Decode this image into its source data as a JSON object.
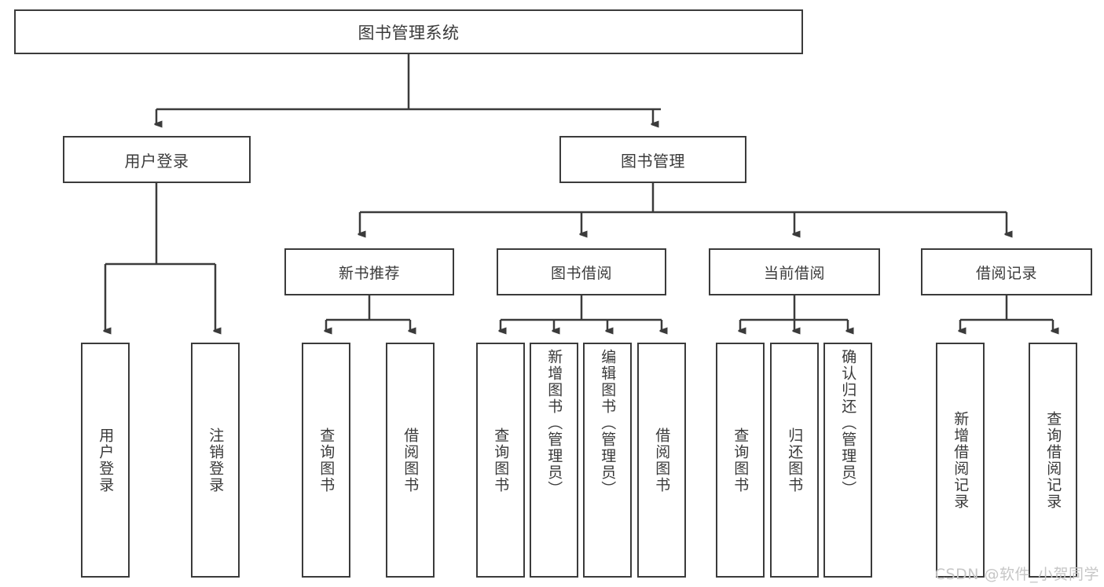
{
  "diagram": {
    "title": "图书管理系统",
    "type": "tree-hierarchy-diagram",
    "colors": {
      "border": "#3b3b3b",
      "text": "#3a3a3a",
      "background": "#ffffff",
      "watermark": "#c6c6c6"
    },
    "root": {
      "label": "图书管理系统"
    },
    "level1": [
      {
        "label": "用户登录"
      },
      {
        "label": "图书管理"
      }
    ],
    "level2": [
      {
        "label": "新书推荐"
      },
      {
        "label": "图书借阅"
      },
      {
        "label": "当前借阅"
      },
      {
        "label": "借阅记录"
      }
    ],
    "leaves": {
      "user_login": [
        {
          "label": "用户登录"
        },
        {
          "label": "注销登录"
        }
      ],
      "new_book_recommend": [
        {
          "label": "查询图书"
        },
        {
          "label": "借阅图书"
        }
      ],
      "book_borrow": [
        {
          "label": "查询图书"
        },
        {
          "label": "新增图书（管理员）"
        },
        {
          "label": "编辑图书（管理员）"
        },
        {
          "label": "借阅图书"
        }
      ],
      "current_borrow": [
        {
          "label": "查询图书"
        },
        {
          "label": "归还图书"
        },
        {
          "label": "确认归还（管理员）"
        }
      ],
      "borrow_records": [
        {
          "label": "新增借阅记录"
        },
        {
          "label": "查询借阅记录"
        }
      ]
    }
  },
  "watermark": {
    "text": "CSDN @软件_小贺同学"
  }
}
